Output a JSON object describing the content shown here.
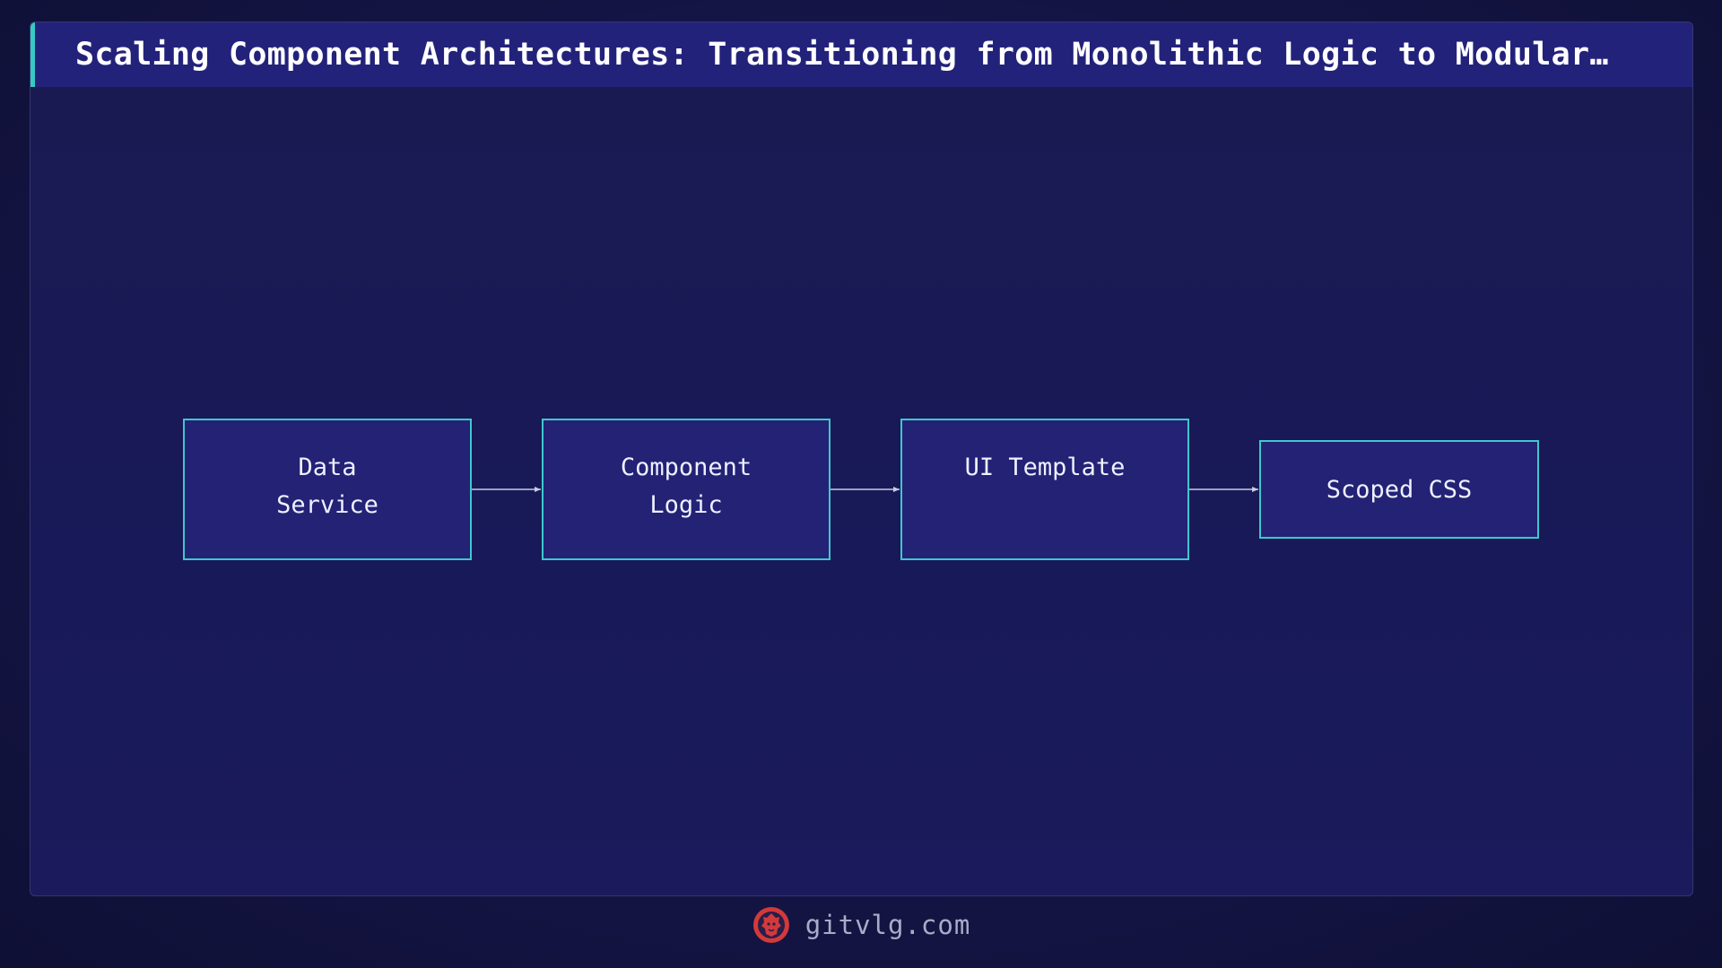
{
  "header": {
    "title": "Scaling Component Architectures: Transitioning from Monolithic Logic to Modular…"
  },
  "diagram": {
    "nodes": [
      {
        "id": "data-service",
        "label": "Data\nService"
      },
      {
        "id": "component-logic",
        "label": "Component\nLogic"
      },
      {
        "id": "ui-template",
        "label": "UI Template"
      },
      {
        "id": "scoped-css",
        "label": "Scoped CSS"
      }
    ],
    "edges": [
      {
        "from": "data-service",
        "to": "component-logic"
      },
      {
        "from": "component-logic",
        "to": "ui-template"
      },
      {
        "from": "ui-template",
        "to": "scoped-css"
      }
    ]
  },
  "footer": {
    "site": "gitvlg.com",
    "logo_icon": "lion-head-icon"
  },
  "colors": {
    "background": "#16164a",
    "title_bar": "#23227a",
    "accent": "#37c9c4",
    "node_fill": "#232275",
    "node_border": "#3fc7cd",
    "edge": "#c9cbe0",
    "logo": "#d23a3a"
  }
}
